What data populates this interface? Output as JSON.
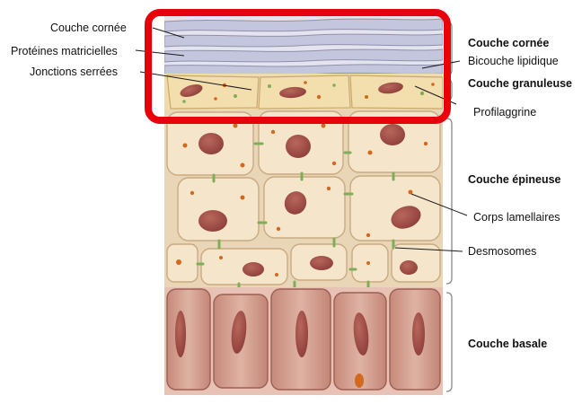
{
  "diagram": {
    "labels_left": [
      {
        "id": "couche-cornee-left",
        "text": "Couche cornée"
      },
      {
        "id": "proteines-matricielles",
        "text": "Protéines matricielles"
      },
      {
        "id": "jonctions-serrees",
        "text": "Jonctions serrées"
      }
    ],
    "labels_right": [
      {
        "id": "couche-cornee-right",
        "text": "Couche cornée",
        "bold": true
      },
      {
        "id": "bicouche-lipidique",
        "text": "Bicouche lipidique",
        "bold": false
      },
      {
        "id": "couche-granuleuse",
        "text": "Couche granuleuse",
        "bold": true
      },
      {
        "id": "profilaggrine",
        "text": "Profilaggrine",
        "bold": false
      },
      {
        "id": "couche-epineuse",
        "text": "Couche épineuse",
        "bold": true
      },
      {
        "id": "corps-lamellaires",
        "text": "Corps lamellaires",
        "bold": false
      },
      {
        "id": "desmosomes",
        "text": "Desmosomes",
        "bold": false
      },
      {
        "id": "couche-basale",
        "text": "Couche basale",
        "bold": true
      }
    ],
    "colors": {
      "highlight": "#e8000b",
      "cornee": "#c9cbe0",
      "granular": "#f1dba6",
      "spinous": "#f5e6cb",
      "basal": "#cf9a88",
      "nucleus": "#a8524c",
      "desmosome": "#7fae5a"
    }
  }
}
